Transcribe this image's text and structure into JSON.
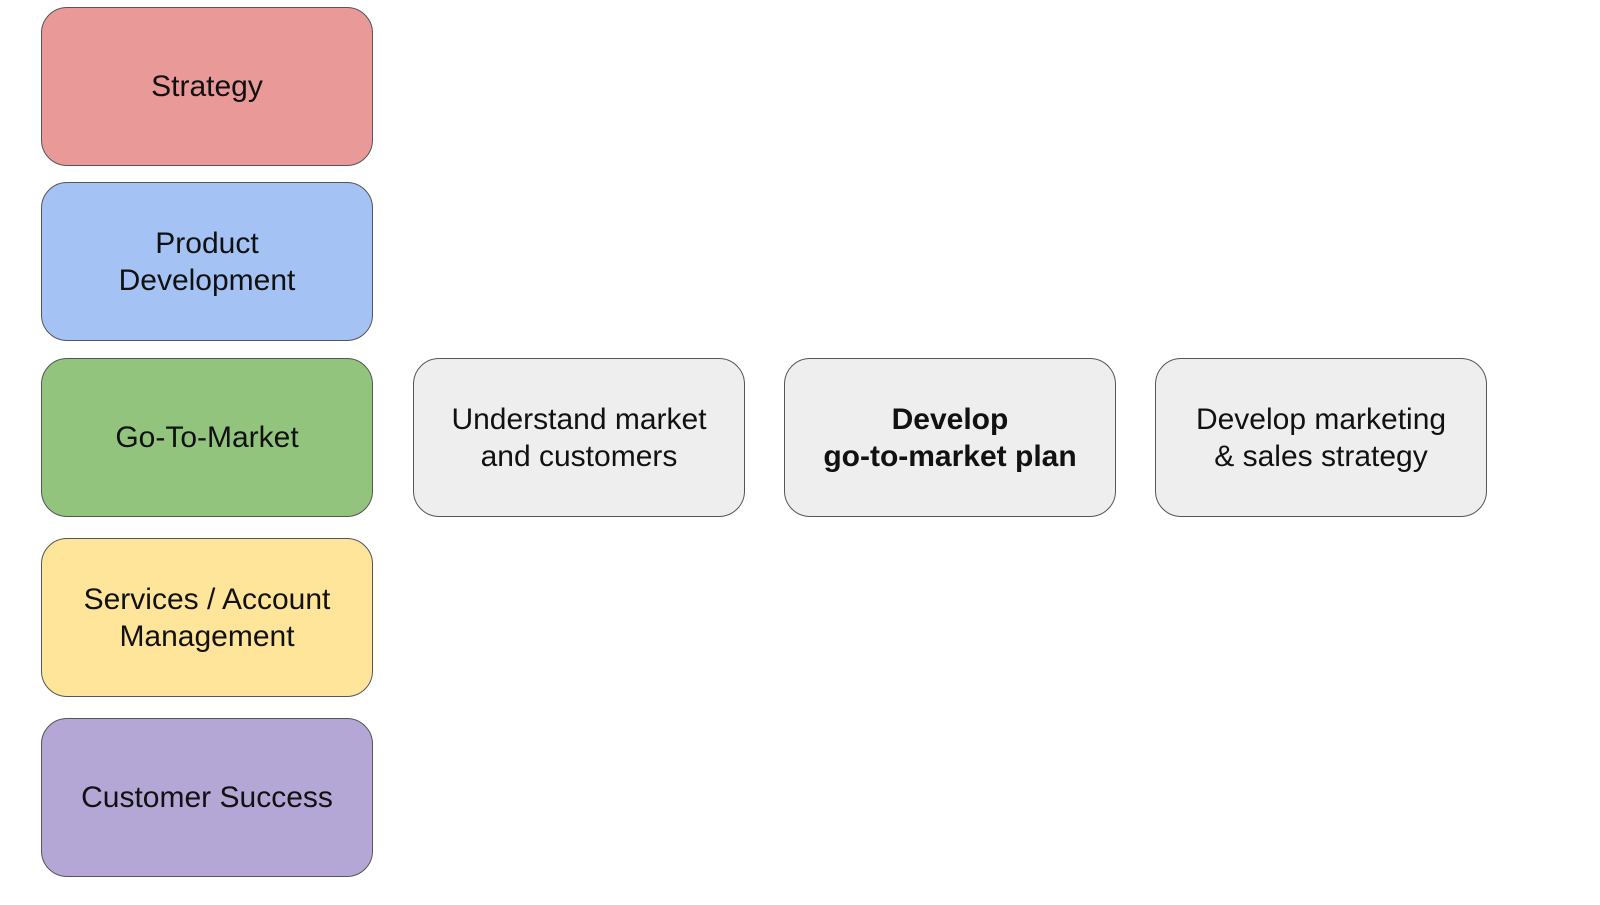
{
  "categories": [
    {
      "label": "Strategy",
      "color": "#ea9999"
    },
    {
      "label": "Product\nDevelopment",
      "color": "#a4c2f4"
    },
    {
      "label": "Go-To-Market",
      "color": "#93c47d"
    },
    {
      "label": "Services / Account\nManagement",
      "color": "#ffe599"
    },
    {
      "label": "Customer Success",
      "color": "#b4a7d6"
    }
  ],
  "steps": [
    {
      "label": "Understand market\nand customers",
      "color": "#eeeeee"
    },
    {
      "label": "Develop\ngo-to-market plan",
      "color": "#eeeeee"
    },
    {
      "label": "Develop marketing\n& sales strategy",
      "color": "#eeeeee"
    }
  ]
}
